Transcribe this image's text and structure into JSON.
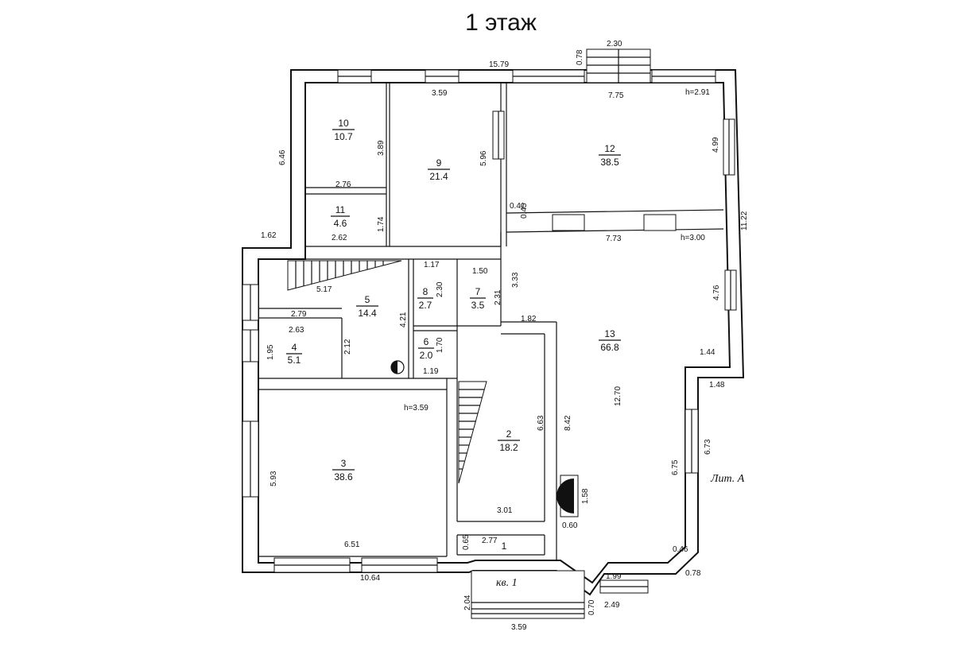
{
  "title": "1 этаж",
  "label_lit": "Лит. А",
  "label_kv": "кв. 1",
  "rooms": [
    {
      "num": "1",
      "area": ""
    },
    {
      "num": "2",
      "area": "18.2"
    },
    {
      "num": "3",
      "area": "38.6"
    },
    {
      "num": "4",
      "area": "5.1"
    },
    {
      "num": "5",
      "area": "14.4"
    },
    {
      "num": "6",
      "area": "2.0"
    },
    {
      "num": "7",
      "area": "3.5"
    },
    {
      "num": "8",
      "area": "2.7"
    },
    {
      "num": "9",
      "area": "21.4"
    },
    {
      "num": "10",
      "area": "10.7"
    },
    {
      "num": "11",
      "area": "4.6"
    },
    {
      "num": "12",
      "area": "38.5"
    },
    {
      "num": "13",
      "area": "66.8"
    }
  ],
  "heights": [
    "h=2.91",
    "h=3.00",
    "h=3.59"
  ],
  "dims": [
    "15.79",
    "2.30",
    "0.78",
    "7.75",
    "3.59",
    "6.46",
    "3.89",
    "5.96",
    "4.99",
    "11.22",
    "2.76",
    "0.41",
    "0.45",
    "7.73",
    "1.74",
    "2.62",
    "1.62",
    "1.17",
    "1.50",
    "3.33",
    "5.17",
    "2.30",
    "2.31",
    "4.76",
    "2.79",
    "4.21",
    "2.63",
    "1.82",
    "1.70",
    "1.95",
    "2.12",
    "1.44",
    "1.19",
    "12.70",
    "1.48",
    "6.63",
    "8.42",
    "5.93",
    "6.73",
    "6.75",
    "1.58",
    "3.01",
    "0.60",
    "2.77",
    "0.65",
    "6.51",
    "0.46",
    "10.64",
    "1.99",
    "0.78",
    "2.04",
    "0.70",
    "2.49",
    "3.59"
  ]
}
